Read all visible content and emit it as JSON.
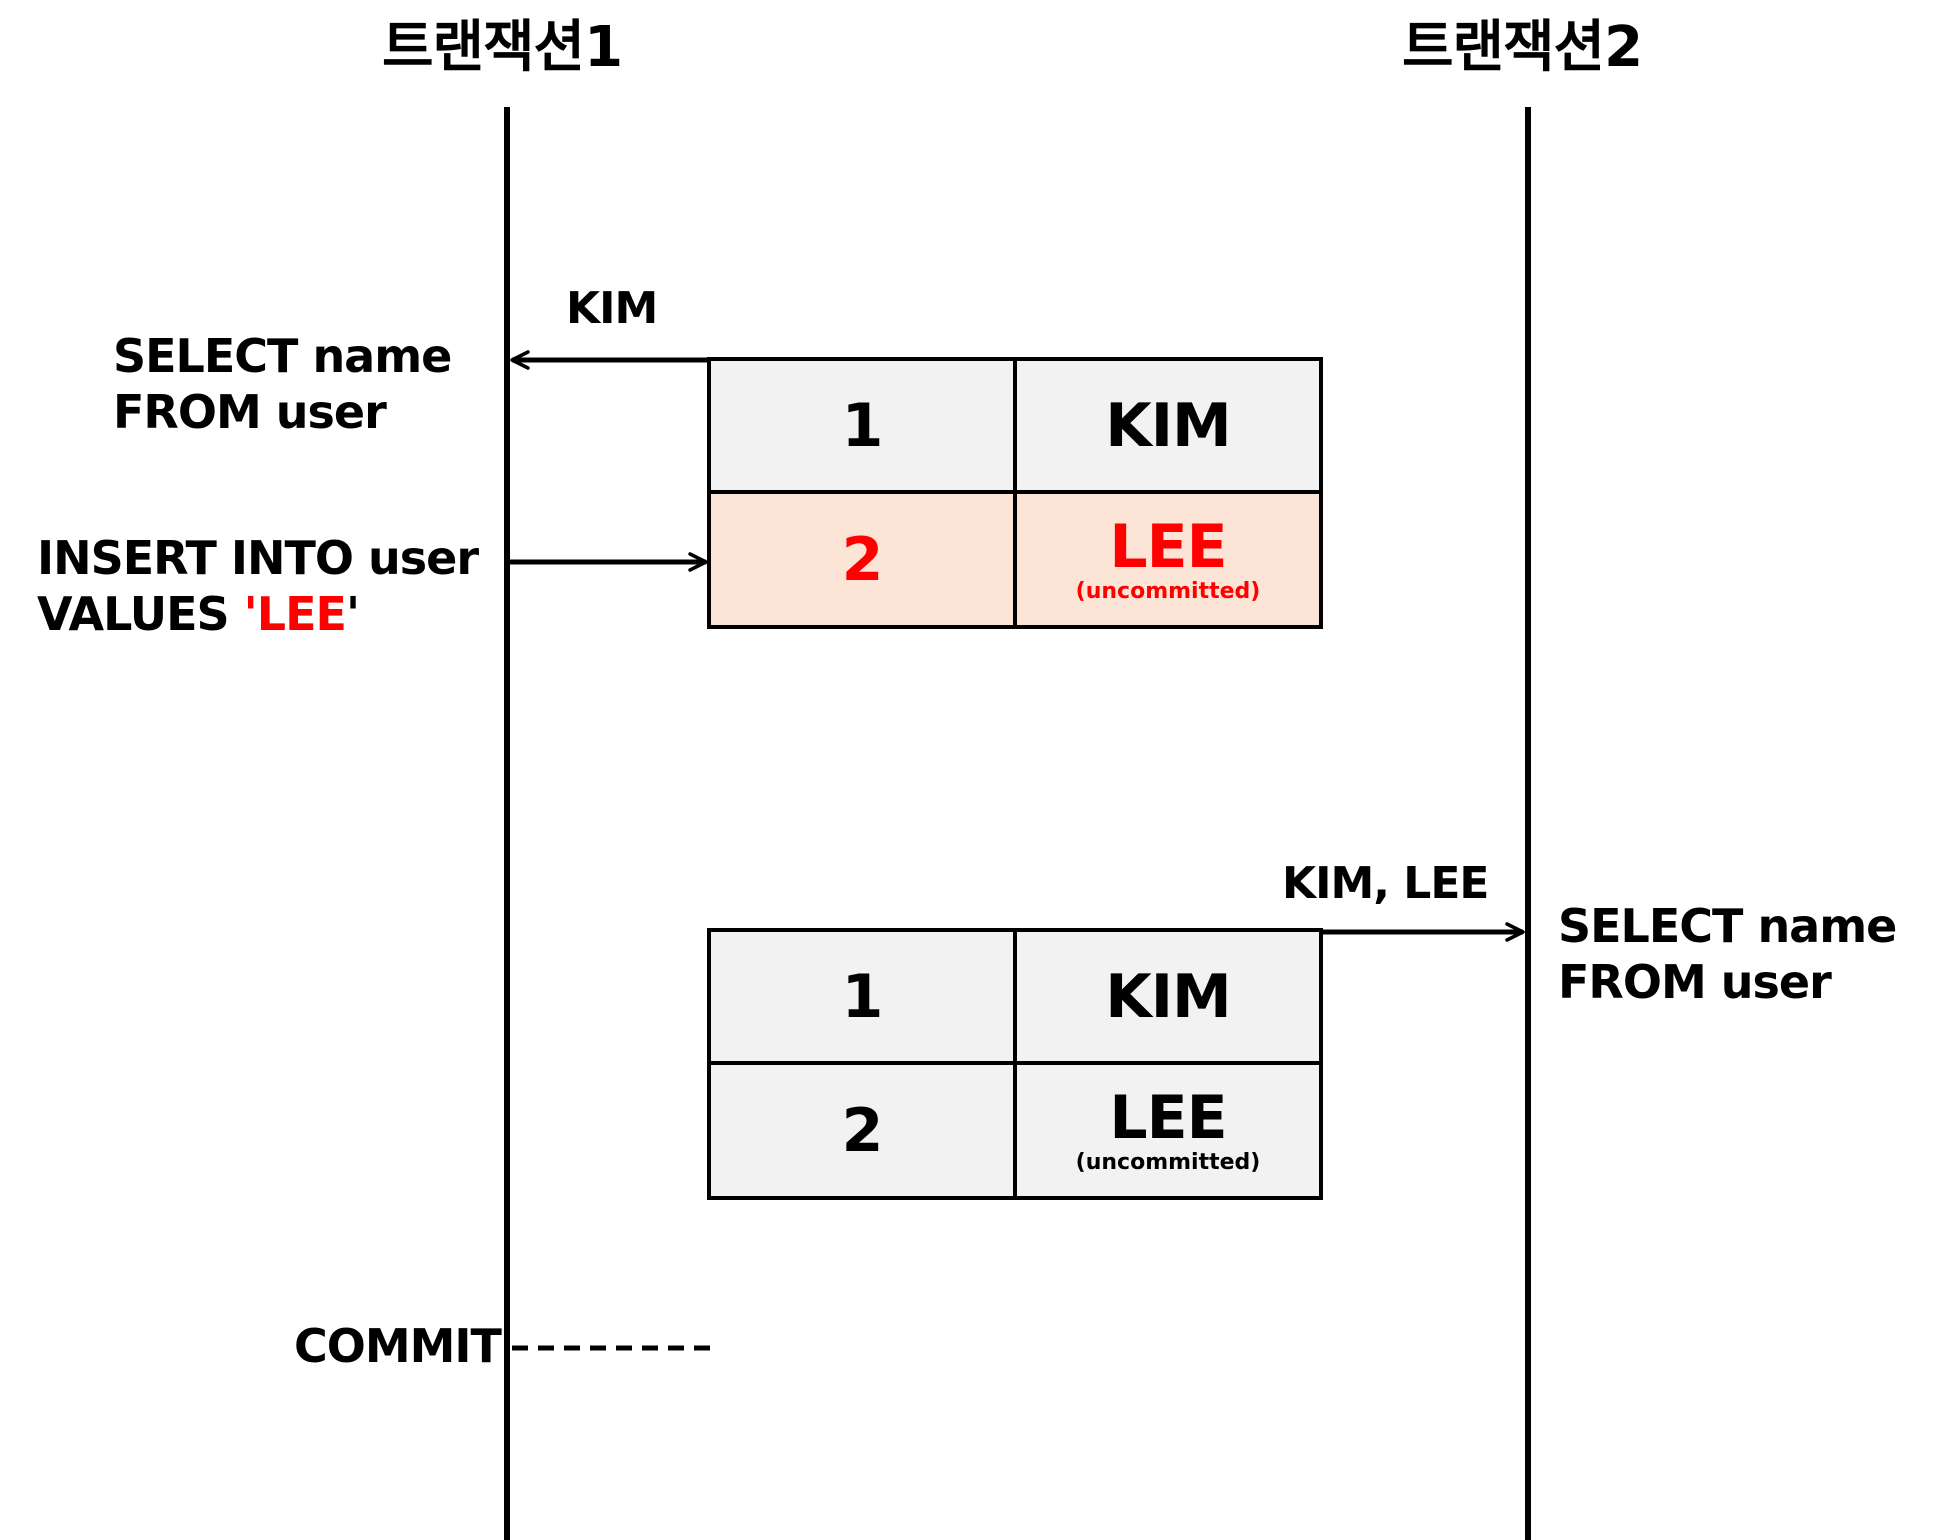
{
  "colors": {
    "line": "#000000",
    "cell_fill": "#f2f2f2",
    "uncommitted_fill": "#fce4d6",
    "highlight": "#ff0000"
  },
  "transactions": {
    "tx1_title": "트랜잭션1",
    "tx2_title": "트랜잭션2"
  },
  "tx1": {
    "select_line1": "SELECT name",
    "select_line2": "FROM user",
    "select_result": "KIM",
    "insert_line1": "INSERT INTO user",
    "insert_line2_prefix": "VALUES ",
    "insert_quote_open": "'",
    "insert_value": "LEE",
    "insert_quote_close": "'",
    "commit_label": "COMMIT"
  },
  "tx2": {
    "select_line1": "SELECT name",
    "select_line2": "FROM user",
    "select_result": "KIM, LEE"
  },
  "table1": {
    "rows": [
      {
        "id": "1",
        "name": "KIM",
        "note": ""
      },
      {
        "id": "2",
        "name": "LEE",
        "note": "(uncommitted)"
      }
    ]
  },
  "table2": {
    "rows": [
      {
        "id": "1",
        "name": "KIM",
        "note": ""
      },
      {
        "id": "2",
        "name": "LEE",
        "note": "(uncommitted)"
      }
    ]
  }
}
